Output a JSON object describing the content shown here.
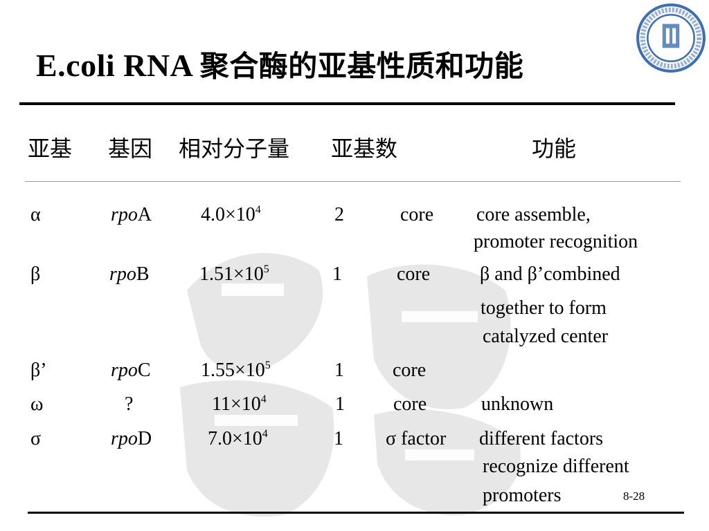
{
  "slide": {
    "title_latin": "E.coli RNA ",
    "title_cn": "聚合酶的亚基性质和功能",
    "page_number": "8-28"
  },
  "header": {
    "subunit": "亚基",
    "gene": "基因",
    "mass": "相对分子量",
    "count": "亚基数",
    "function": "功能"
  },
  "rows": [
    {
      "subunit": "α",
      "gene_prefix": "rpo",
      "gene_suffix": "A",
      "mass_base": "4.0×10",
      "mass_exp": "4",
      "count": "2",
      "role": "core",
      "function": [
        "core assemble,",
        "promoter recognition"
      ]
    },
    {
      "subunit": "β",
      "gene_prefix": "rpo",
      "gene_suffix": "B",
      "mass_base": "1.51×10",
      "mass_exp": "5",
      "count": "1",
      "role": "core",
      "function": [
        "β and  β’combined",
        "together to form",
        "catalyzed center"
      ]
    },
    {
      "subunit": "β’",
      "gene_prefix": "rpo",
      "gene_suffix": "C",
      "mass_base": "1.55×10",
      "mass_exp": "5",
      "count": "1",
      "role": "core",
      "function": []
    },
    {
      "subunit": "ω",
      "gene_prefix": "",
      "gene_suffix": "?",
      "mass_base": "11×10",
      "mass_exp": "4",
      "count": "1",
      "role": "core",
      "function": [
        "unknown"
      ]
    },
    {
      "subunit": "σ",
      "gene_prefix": "rpo",
      "gene_suffix": "D",
      "mass_base": "7.0×10",
      "mass_exp": "4",
      "count": "1",
      "role": "σ factor",
      "function": [
        "different factors",
        "recognize different",
        "promoters"
      ]
    }
  ],
  "colors": {
    "text": "#000000",
    "watermark": "#cfcfcf",
    "logo": "#3f6fae"
  }
}
